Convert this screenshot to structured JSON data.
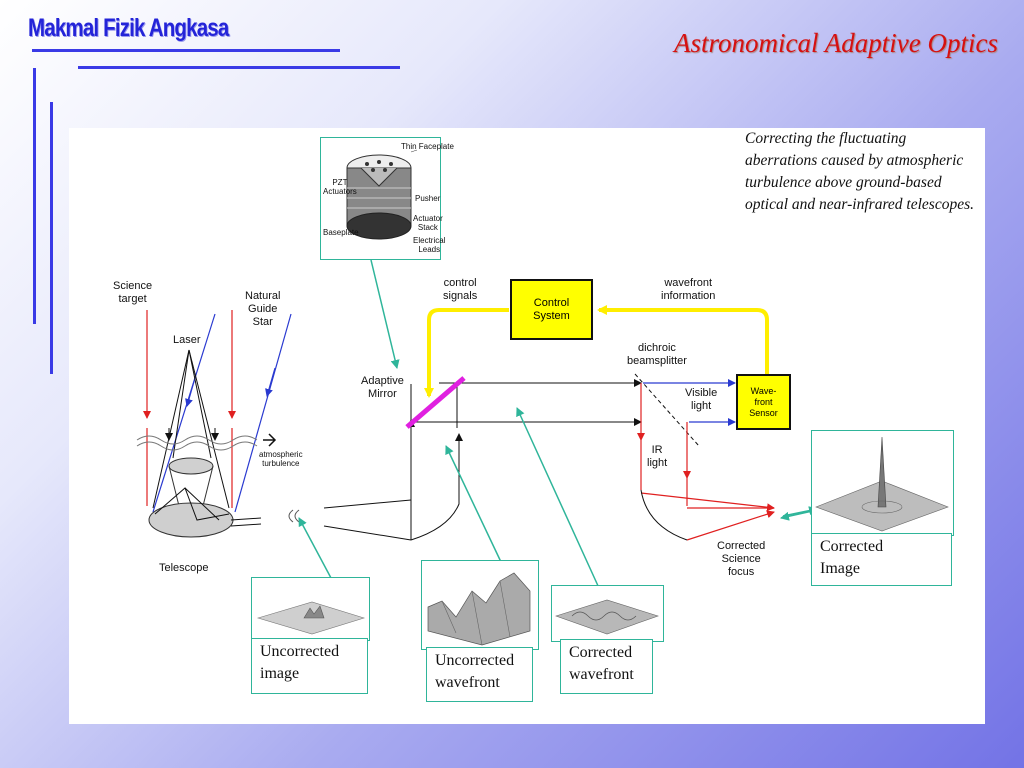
{
  "header": {
    "brand": "Makmal Fizik Angkasa",
    "title": "Astronomical Adaptive Optics"
  },
  "description": "Correcting the fluctuating aberrations caused by atmospheric turbulence above ground-based optical and near-infrared telescopes.",
  "diagram": {
    "labels": {
      "science_target": "Science\ntarget",
      "laser": "Laser",
      "natural_guide_star": "Natural\nGuide\nStar",
      "atmospheric_turbulence": "atmospheric\nturbulence",
      "telescope": "Telescope",
      "adaptive_mirror": "Adaptive\nMirror",
      "control_signals": "control\nsignals",
      "control_system": "Control\nSystem",
      "wavefront_information": "wavefront\ninformation",
      "dichroic_beamsplitter": "dichroic\nbeamsplitter",
      "visible_light": "Visible\nlight",
      "wavefront_sensor": "Wave-\nfront\nSensor",
      "ir_light": "IR\nlight",
      "corrected_science_focus": "Corrected\nScience\nfocus"
    },
    "actuator_labels": {
      "thin_faceplate": "Thin Faceplate",
      "pusher": "Pusher",
      "actuator_stack": "Actuator\nStack",
      "electrical_leads": "Electrical\nLeads",
      "baseplate": "Baseplate",
      "actuators": "PZT\nActuators"
    },
    "captions": {
      "uncorrected_image": "Uncorrected\nimage",
      "uncorrected_wavefront": "Uncorrected\nwavefront",
      "corrected_wavefront": "Corrected\nwavefront",
      "corrected_image": "Corrected\nImage"
    },
    "colors": {
      "science_ray": "#e02020",
      "guide_star_ray": "#2a3ad0",
      "control_loop": "#ffee00",
      "mirror": "#e020e0",
      "pointer": "#2fb59a"
    }
  }
}
